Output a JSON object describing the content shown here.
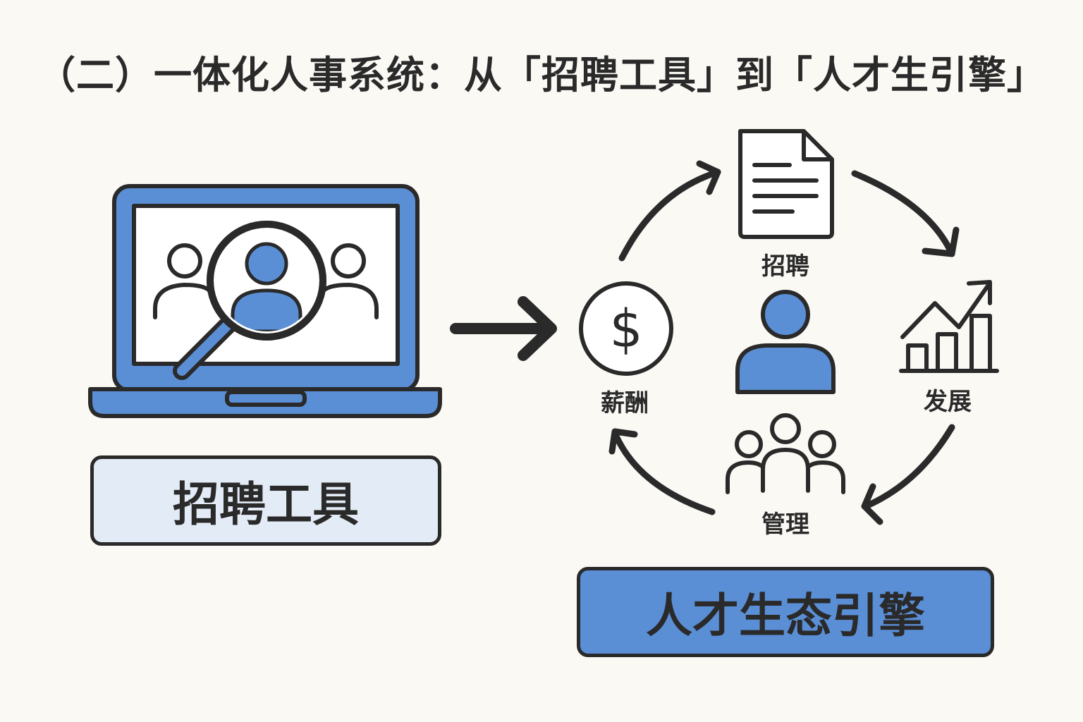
{
  "title": "（二）一体化人事系统：从「招聘工具」到「人才生引擎」",
  "left": {
    "label": "招聘工具",
    "icon": "laptop-search-candidate-icon"
  },
  "right": {
    "label": "人才生态引擎",
    "center_icon": "person-icon",
    "cycle": [
      {
        "id": "recruit",
        "label": "招聘",
        "icon": "document-icon"
      },
      {
        "id": "develop",
        "label": "发展",
        "icon": "growth-chart-icon"
      },
      {
        "id": "manage",
        "label": "管理",
        "icon": "team-icon"
      },
      {
        "id": "salary",
        "label": "薪酬",
        "icon": "dollar-coin-icon"
      }
    ]
  },
  "colors": {
    "accent": "#5a8fd6",
    "light_fill": "#e3ebf6",
    "outline": "#2a2a2a",
    "background": "#fbf9f4"
  }
}
